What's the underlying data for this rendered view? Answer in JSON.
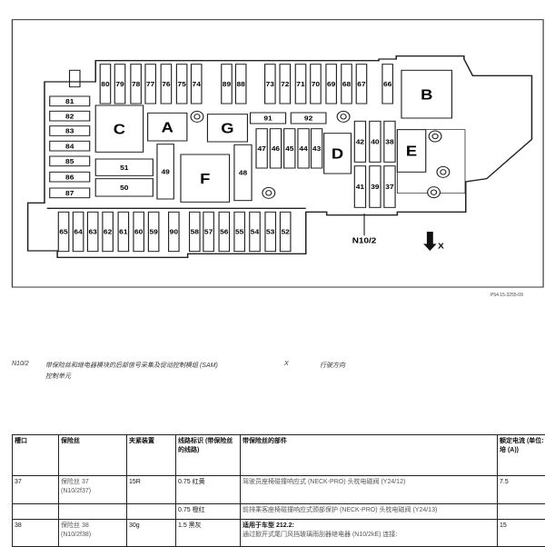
{
  "diagram": {
    "top_fuses": [
      "80",
      "79",
      "78",
      "77",
      "76",
      "75",
      "74",
      "89",
      "88",
      "73",
      "72",
      "71",
      "70",
      "69",
      "68",
      "67",
      "66"
    ],
    "left_fuses": [
      "81",
      "82",
      "83",
      "84",
      "85",
      "86",
      "87"
    ],
    "bottom_fuses": [
      "65",
      "64",
      "63",
      "62",
      "61",
      "60",
      "59",
      "90",
      "58",
      "57",
      "56",
      "55",
      "54",
      "53",
      "52"
    ],
    "mid_fuses": [
      "47",
      "46",
      "45",
      "44",
      "43"
    ],
    "right_upper_fuses": [
      "42",
      "40",
      "38"
    ],
    "right_lower_fuses": [
      "41",
      "39",
      "37"
    ],
    "wide_fuses": [
      "91",
      "92"
    ],
    "relays": [
      "C",
      "A",
      "G",
      "F",
      "D",
      "E",
      "B"
    ],
    "blocks": [
      "51",
      "50",
      "49",
      "48"
    ],
    "module_label": "N10/2",
    "direction_label": "X",
    "figure_id": "P54.15-3255-09"
  },
  "legend": {
    "n10_2_code": "N10/2",
    "n10_2_text": "带保险丝和继电器模块的后部信号采集及促动控制模组 (SAM)",
    "n10_2_text2": "控制单元",
    "x_code": "X",
    "x_text": "行驶方向"
  },
  "table": {
    "headers": [
      "槽口",
      "保险丝",
      "夹紧装置",
      "线路标识 (带保险丝的线路)",
      "带保险丝的部件",
      "额定电流 (单位: 安培 (A))"
    ],
    "rows": [
      {
        "slot": "37",
        "fuse": "保险丝 37",
        "fuse_id": "(N10/2f37)",
        "clamp": "15R",
        "wire": "0.75 红黄",
        "component": "驾驶员座椅碰撞响应式 (NECK-PRO) 头枕电磁阀 (Y24/12)",
        "current": "7.5"
      },
      {
        "slot": "",
        "fuse": "",
        "fuse_id": "",
        "clamp": "",
        "wire": "0.75 橙红",
        "component": "前排乘客座椅碰撞响应式颈部保护 (NECK-PRO) 头枕电磁阀 (Y24/13)",
        "current": ""
      },
      {
        "slot": "38",
        "fuse": "保险丝 38",
        "fuse_id": "(N10/2f38)",
        "clamp": "30g",
        "wire": "1.5 黑灰",
        "component_title": "适用于车型 212.2:",
        "component": "通过掀开式尾门风挡玻璃雨刮器继电器 (N10/2kE) 连接:",
        "current": "15"
      }
    ]
  }
}
